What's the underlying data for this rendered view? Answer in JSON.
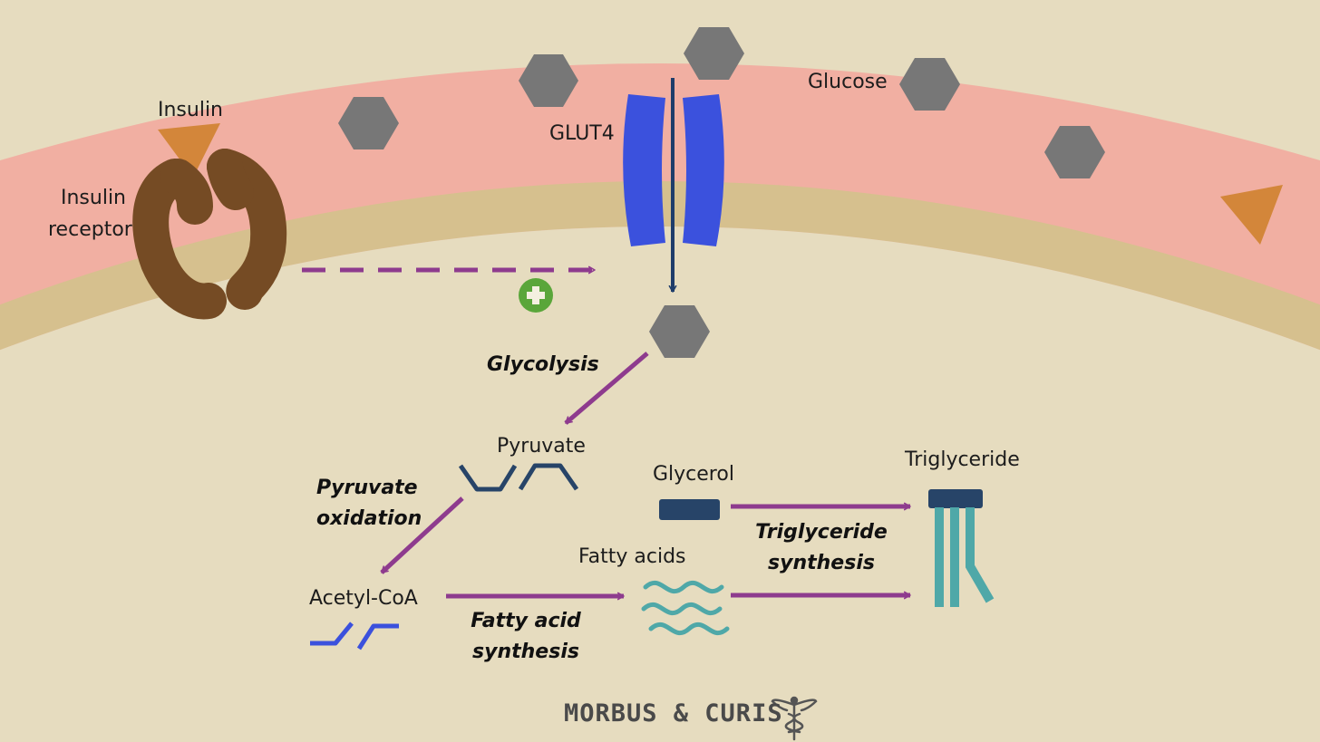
{
  "labels": {
    "insulin": "Insulin",
    "insulin_receptor_line1": "Insulin",
    "insulin_receptor_line2": "receptor",
    "glut4": "GLUT4",
    "glucose": "Glucose",
    "pyruvate": "Pyruvate",
    "glycerol": "Glycerol",
    "triglyceride": "Triglyceride",
    "fatty_acids": "Fatty acids",
    "acetyl_coa": "Acetyl-CoA"
  },
  "processes": {
    "glycolysis": "Glycolysis",
    "pyruvate_oxidation_line1": "Pyruvate",
    "pyruvate_oxidation_line2": "oxidation",
    "fatty_acid_synthesis_line1": "Fatty acid",
    "fatty_acid_synthesis_line2": "synthesis",
    "triglyceride_synthesis_line1": "Triglyceride",
    "triglyceride_synthesis_line2": "synthesis"
  },
  "brand": "MORBUS & CURIS",
  "colors": {
    "background": "#e6dcbf",
    "extracellular": "#f1afa2",
    "membrane": "#d6c08e",
    "glucose": "#777777",
    "insulin": "#d3863a",
    "receptor": "#754b24",
    "glut4": "#3b51dd",
    "arrow": "#8e3b8e",
    "transport_arrow": "#1f3d6a",
    "activation": "#5aa63a",
    "pyruvate": "#274468",
    "acetyl_coa": "#3b51dd",
    "fatty_acid": "#4fa8a8",
    "glycerol": "#274468",
    "triglyceride_tail": "#4fa8a8"
  },
  "icons": [
    "glucose-hexagon-icon",
    "insulin-triangle-icon",
    "insulin-receptor-icon",
    "glut4-transporter-icon",
    "activation-plus-icon",
    "caduceus-icon"
  ]
}
